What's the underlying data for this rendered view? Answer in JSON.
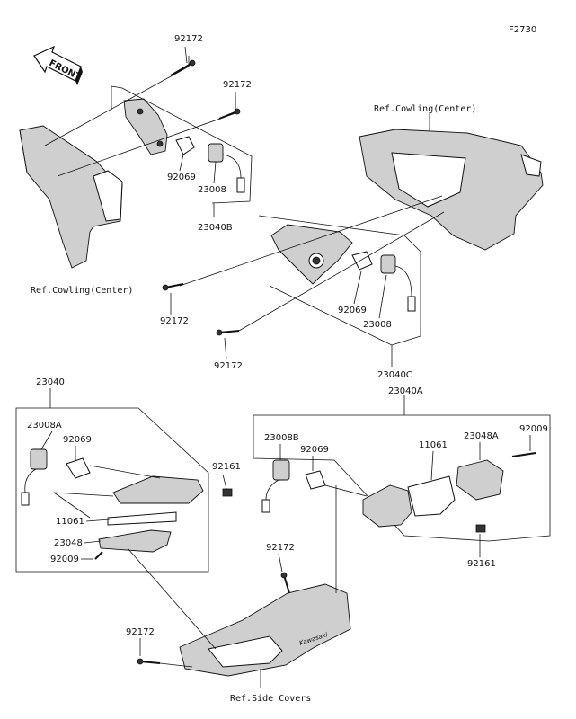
{
  "figure_code": "F2730",
  "front_arrow": "FRONT",
  "refs": {
    "cowling_center_top": "Ref.Cowling(Center)",
    "cowling_center_left": "Ref.Cowling(Center)",
    "side_covers": "Ref.Side Covers"
  },
  "labels": {
    "p92172_a": "92172",
    "p92172_b": "92172",
    "p92069_a": "92069",
    "p23008_a": "23008",
    "p23040B": "23040B",
    "p92172_c": "92172",
    "p92069_b": "92069",
    "p23008_b": "23008",
    "p92172_d": "92172",
    "p23040C": "23040C",
    "p23040": "23040",
    "p23008A": "23008A",
    "p92069_c": "92069",
    "p92161_a": "92161",
    "p11061_a": "11061",
    "p23048": "23048",
    "p92009_a": "92009",
    "p23040A": "23040A",
    "p23008B": "23008B",
    "p92069_d": "92069",
    "p11061_b": "11061",
    "p23048A": "23048A",
    "p92009_b": "92009",
    "p92161_b": "92161",
    "p92172_e": "92172",
    "p92172_f": "92172"
  },
  "icons": {
    "front": "front-arrow-icon"
  }
}
